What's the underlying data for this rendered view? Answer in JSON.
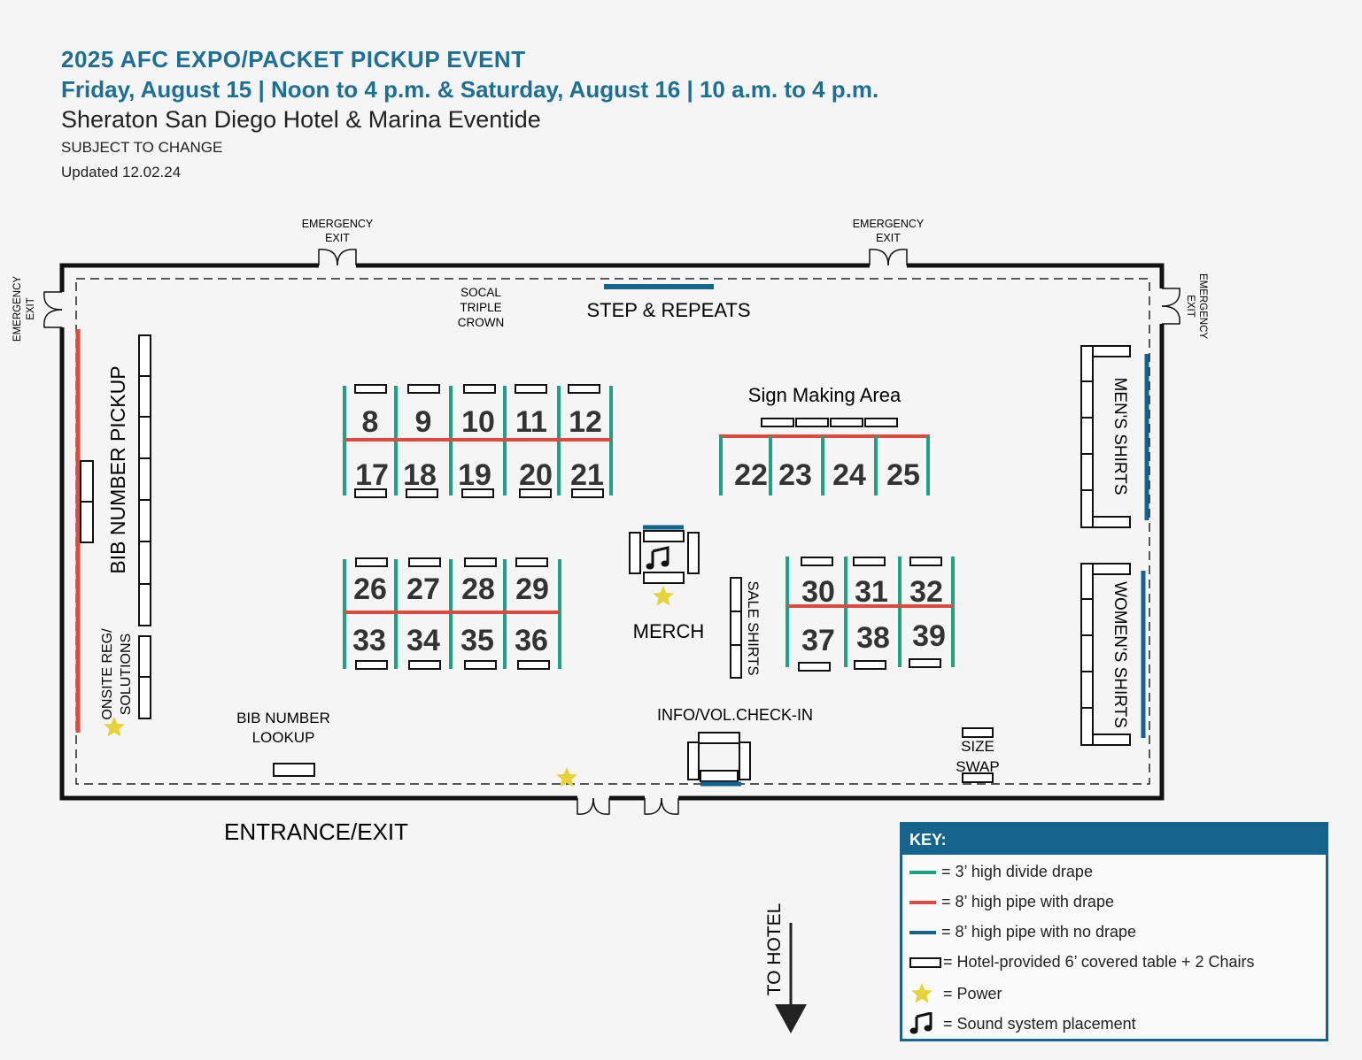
{
  "header": {
    "title": "2025 AFC EXPO/PACKET PICKUP EVENT",
    "dates": "Friday, August 15 | Noon to 4 p.m. & Saturday, August 16 | 10 a.m. to 4 p.m.",
    "venue": "Sheraton San Diego Hotel & Marina Eventide",
    "notice": "SUBJECT TO CHANGE",
    "updated": "Updated 12.02.24"
  },
  "exits": {
    "emergency_line1": "EMERGENCY",
    "emergency_line2": "EXIT",
    "entrance": "ENTRANCE/EXIT",
    "to_hotel": "TO HOTEL"
  },
  "areas": {
    "socal_1": "SOCAL",
    "socal_2": "TRIPLE",
    "socal_3": "CROWN",
    "step_repeats": "STEP & REPEATS",
    "sign_making": "Sign Making Area",
    "bib_pickup": "BIB NUMBER PICKUP",
    "onsite_1": "ONSITE REG/",
    "onsite_2": "SOLUTIONS",
    "bib_lookup_1": "BIB NUMBER",
    "bib_lookup_2": "LOOKUP",
    "merch": "MERCH",
    "sale_shirts": "SALE SHIRTS",
    "info": "INFO/VOL.CHECK-IN",
    "size_swap_1": "SIZE",
    "size_swap_2": "SWAP",
    "mens_shirts": "MEN'S SHIRTS",
    "womens_shirts": "WOMEN'S SHIRTS"
  },
  "booths": {
    "b8": "8",
    "b9": "9",
    "b10": "10",
    "b11": "11",
    "b12": "12",
    "b17": "17",
    "b18": "18",
    "b19": "19",
    "b20": "20",
    "b21": "21",
    "b22": "22",
    "b23": "23",
    "b24": "24",
    "b25": "25",
    "b26": "26",
    "b27": "27",
    "b28": "28",
    "b29": "29",
    "b33": "33",
    "b34": "34",
    "b35": "35",
    "b36": "36",
    "b30": "30",
    "b31": "31",
    "b32": "32",
    "b37": "37",
    "b38": "38",
    "b39": "39"
  },
  "key": {
    "title": "KEY:",
    "green": "= 3’ high divide drape",
    "red": "= 8’ high pipe with drape",
    "blue": "= 8’ high pipe with no drape",
    "table": "= Hotel-provided 6’ covered table + 2 Chairs",
    "power": "= Power",
    "sound": "= Sound system placement"
  },
  "colors": {
    "green": "#1ba383",
    "red": "#e0493e",
    "blue": "#14648d",
    "power": "#e6d33a",
    "title": "#1d6f94"
  },
  "icons": {
    "power": "star-icon",
    "sound": "music-note-icon",
    "direction": "arrow-down-icon"
  }
}
